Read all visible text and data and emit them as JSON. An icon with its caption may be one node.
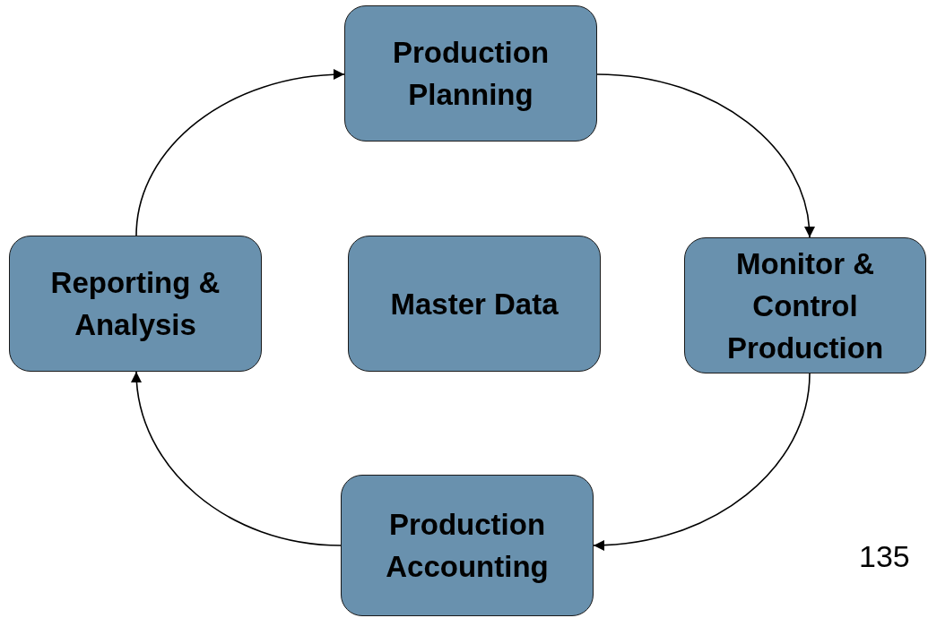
{
  "diagram": {
    "nodes": [
      {
        "text": [
          "Production Planning"
        ]
      },
      {
        "text": [
          "Reporting & Analysis"
        ]
      },
      {
        "text": [
          "Master Data"
        ]
      },
      {
        "text": [
          "Monitor & Control Production"
        ]
      },
      {
        "text": [
          "Production Accounting"
        ]
      }
    ],
    "edges": [
      {
        "from": 0,
        "to": 3,
        "arrow": "to"
      },
      {
        "from": 3,
        "to": 4,
        "arrow": "to"
      },
      {
        "from": 4,
        "to": 1,
        "arrow": "to"
      },
      {
        "from": 1,
        "to": 0,
        "arrow": "to"
      }
    ],
    "labels": [
      "135"
    ]
  }
}
